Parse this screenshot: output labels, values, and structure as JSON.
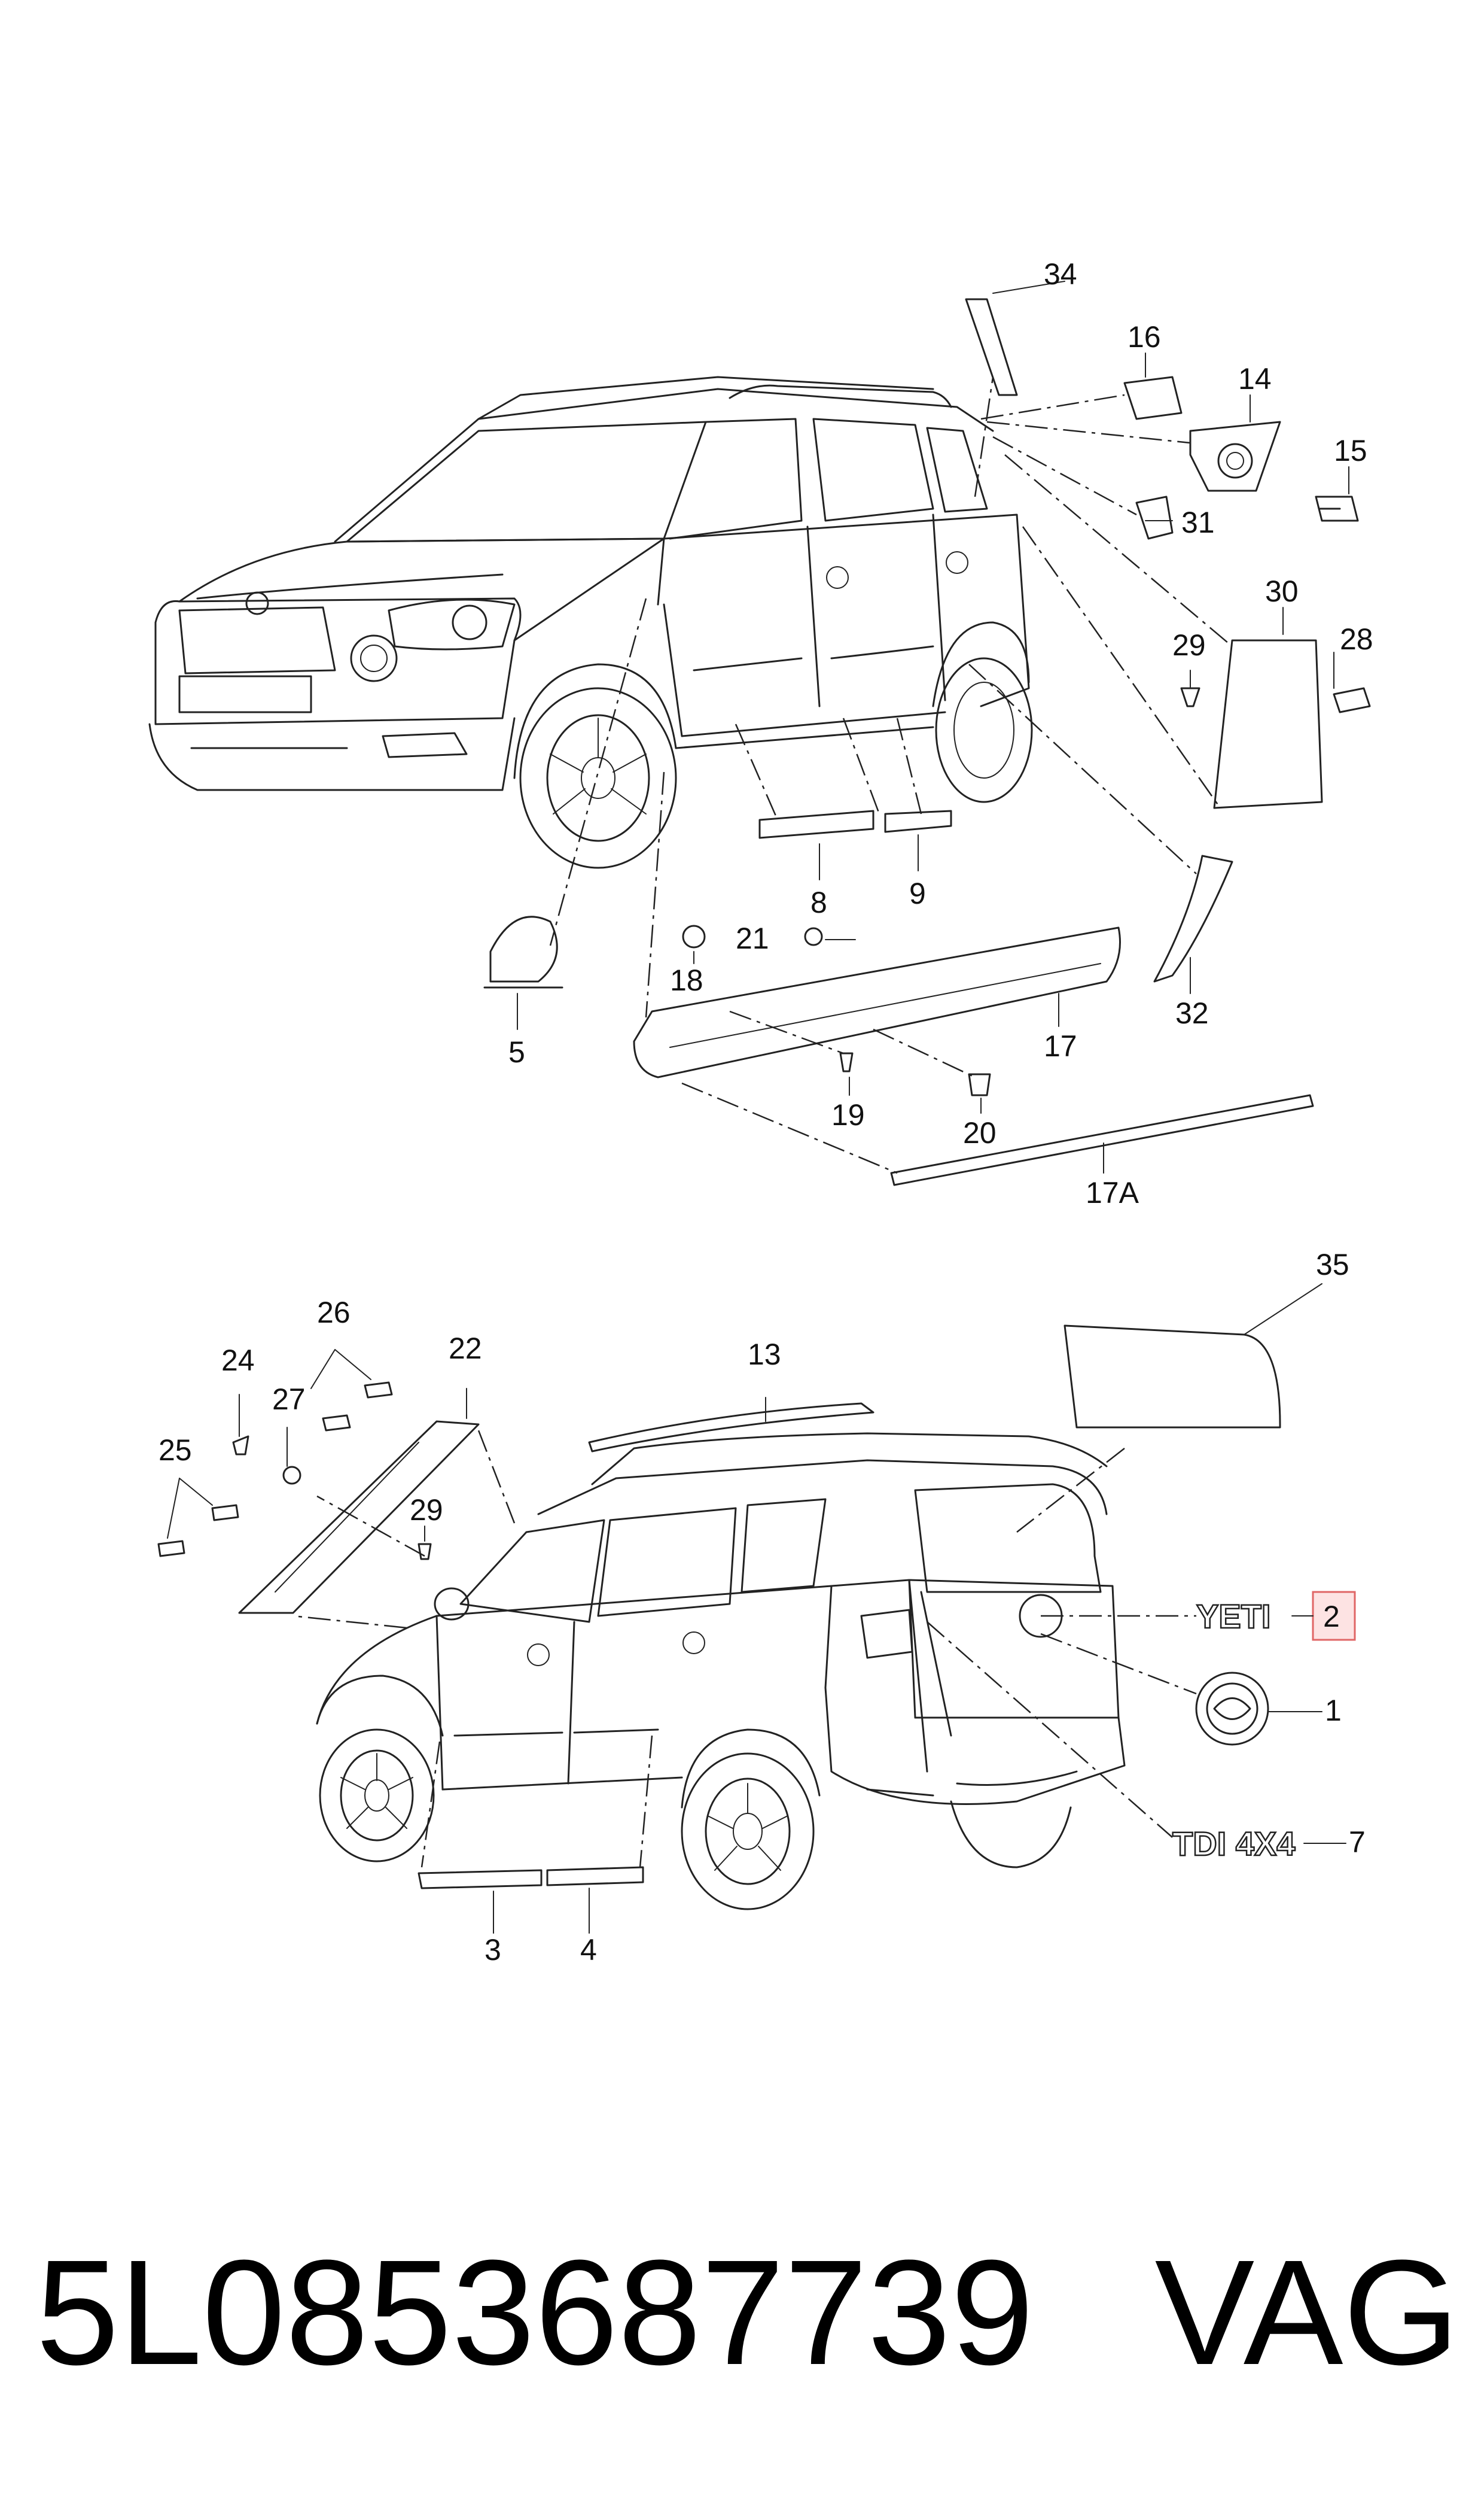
{
  "callouts": {
    "c34": "34",
    "c16": "16",
    "c14": "14",
    "c15": "15",
    "c31": "31",
    "c30": "30",
    "c29a": "29",
    "c28": "28",
    "c8": "8",
    "c9": "9",
    "c5": "5",
    "c21": "21",
    "c18": "18",
    "c17": "17",
    "c19": "19",
    "c20": "20",
    "c32": "32",
    "c17a": "17A",
    "c35": "35",
    "c13": "13",
    "c22": "22",
    "c26": "26",
    "c24": "24",
    "c27": "27",
    "c25": "25",
    "c29b": "29",
    "c2": "2",
    "c1": "1",
    "c7": "7",
    "c3": "3",
    "c4": "4"
  },
  "emblems": {
    "yeti": "YETI",
    "tdi": "TDI 4X4"
  },
  "highlight_color": "#e06666",
  "footer": {
    "part_number": "5L0853687739",
    "brand": "VAG"
  }
}
